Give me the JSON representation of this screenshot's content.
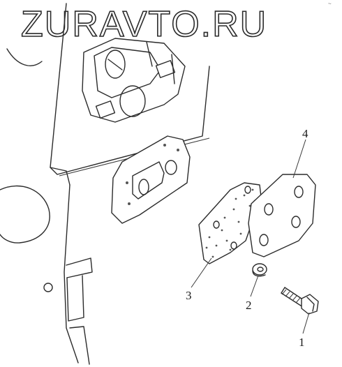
{
  "watermark": "ZURAVTO.RU",
  "corner_mark": "~",
  "callouts": [
    {
      "label": "1"
    },
    {
      "label": "2"
    },
    {
      "label": "3"
    },
    {
      "label": "4"
    }
  ]
}
